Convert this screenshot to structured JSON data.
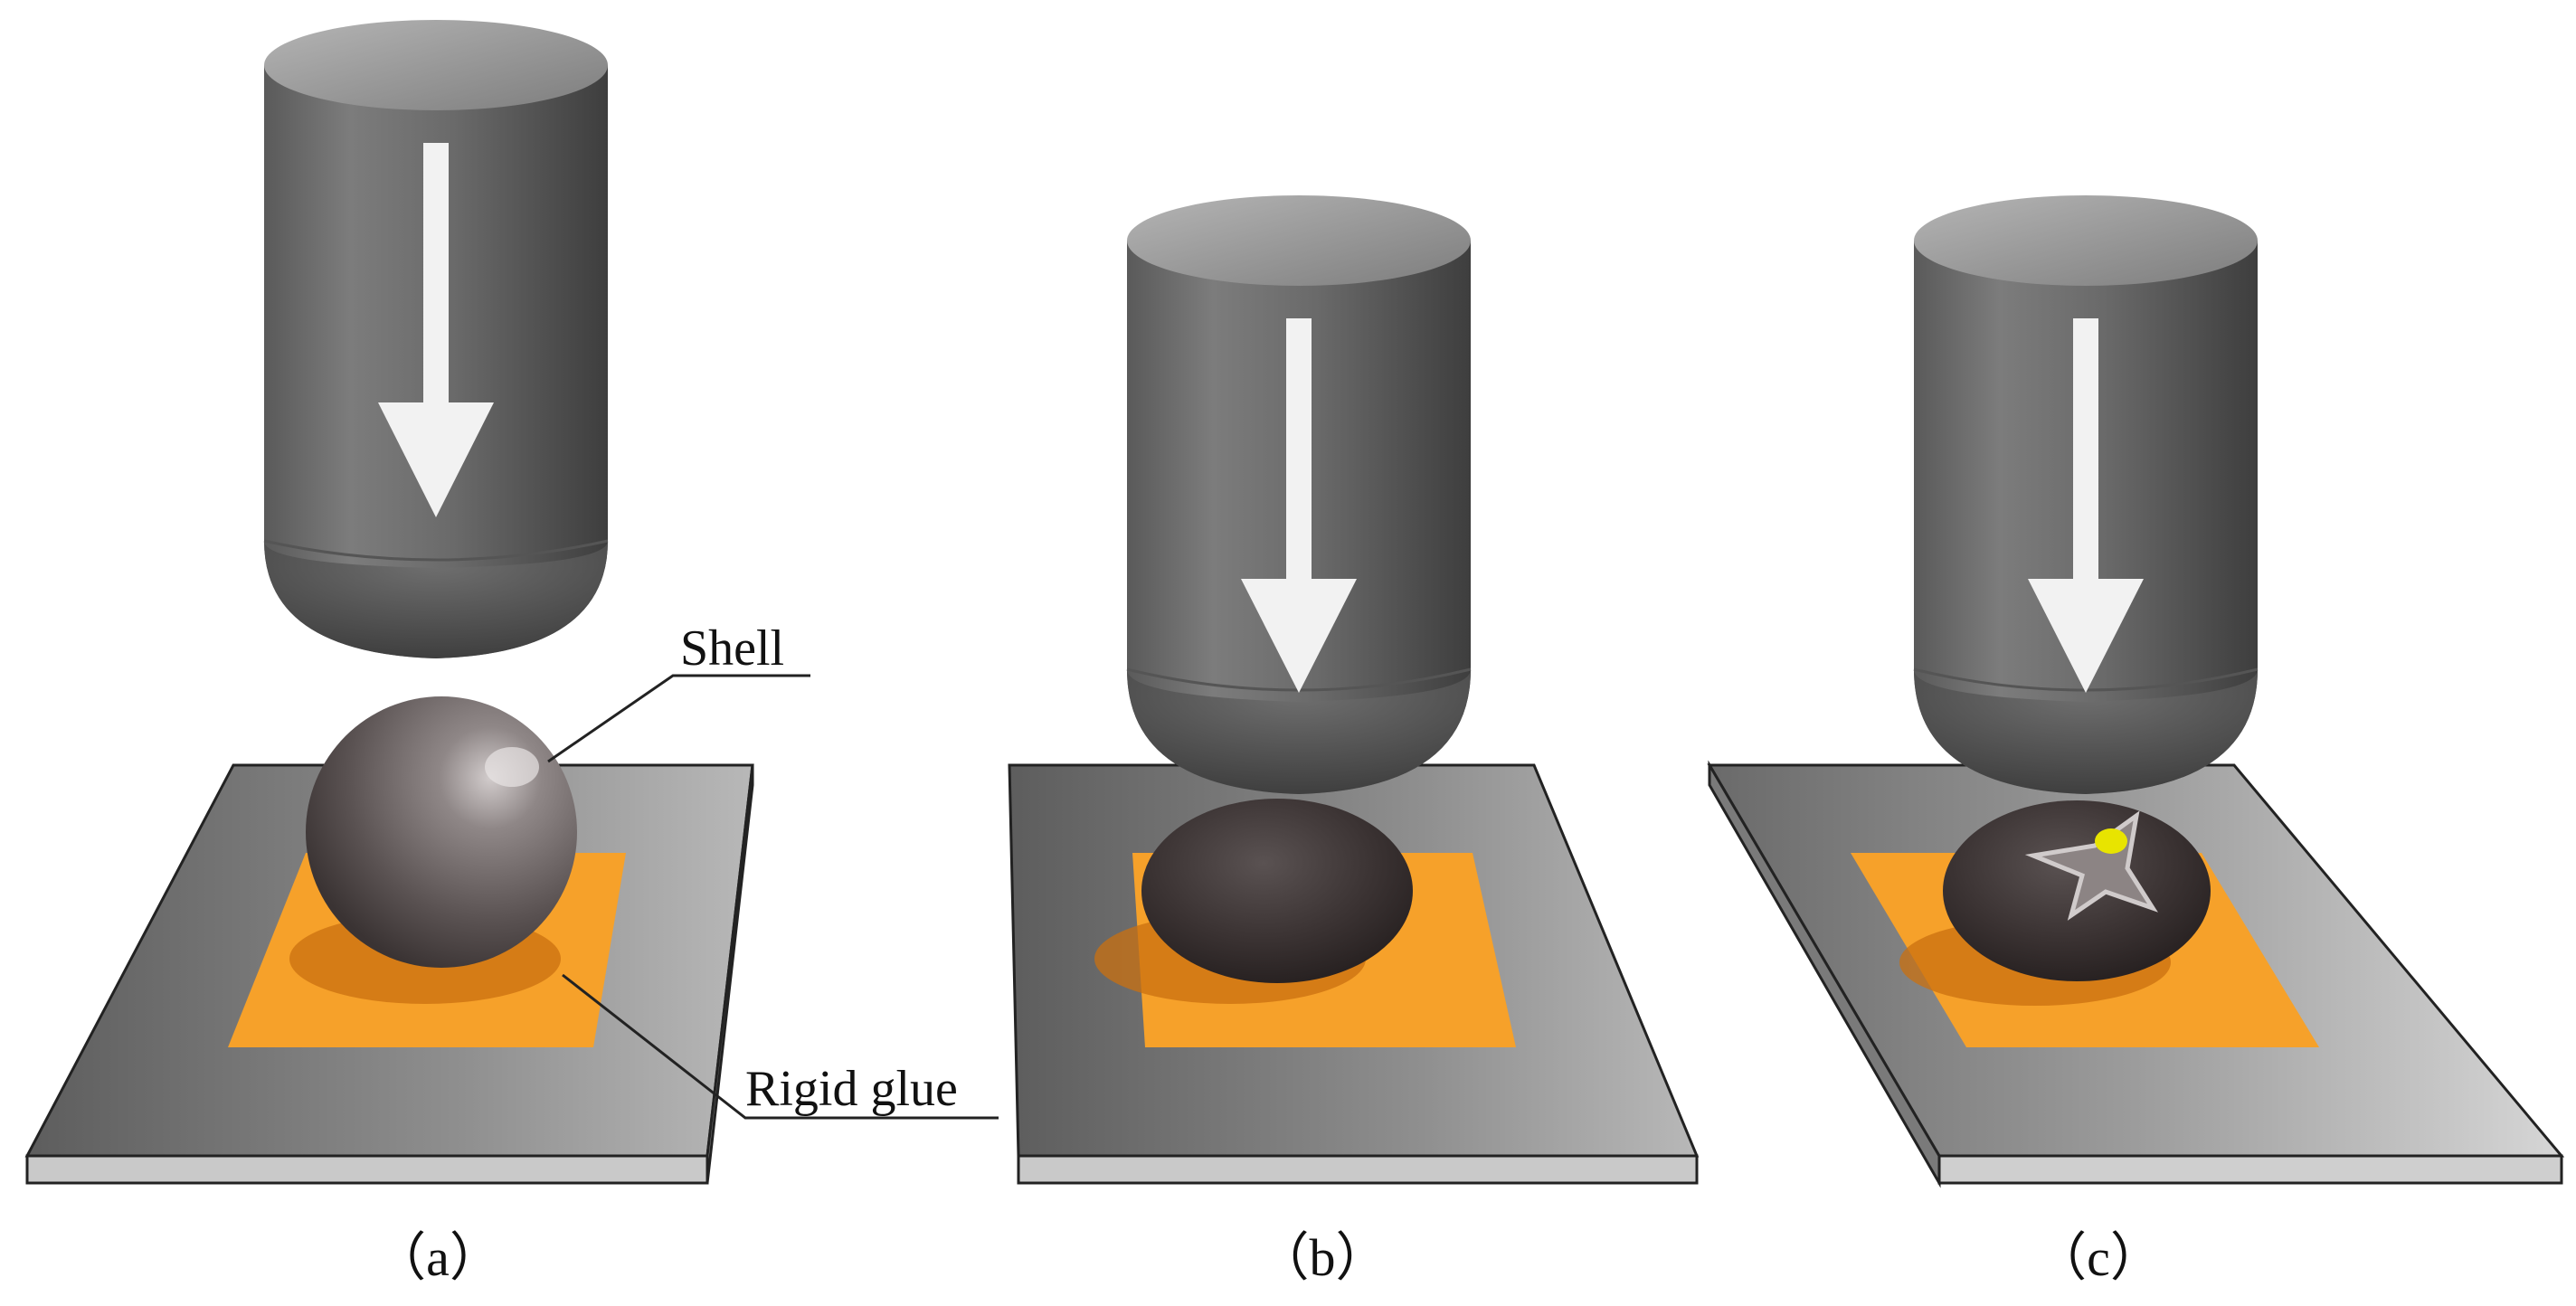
{
  "annotations": {
    "shell": "Shell",
    "rigid_glue": "Rigid glue"
  },
  "panels": [
    {
      "id": "a",
      "caption": "（a）"
    },
    {
      "id": "b",
      "caption": "（b）"
    },
    {
      "id": "c",
      "caption": "（c）"
    }
  ],
  "colors": {
    "punch": "#6e6e6e",
    "punch_top": "#9a9a9a",
    "plate": "#8a8a8a",
    "plate_edge": "#c4c4c4",
    "glue": "#f6a12a",
    "shell": "#6a6262",
    "shell_deformed": "#3c3434",
    "crack_highlight": "#e8e400",
    "arrow": "#f2f2f2"
  },
  "icons": [
    "down-arrow-icon"
  ]
}
